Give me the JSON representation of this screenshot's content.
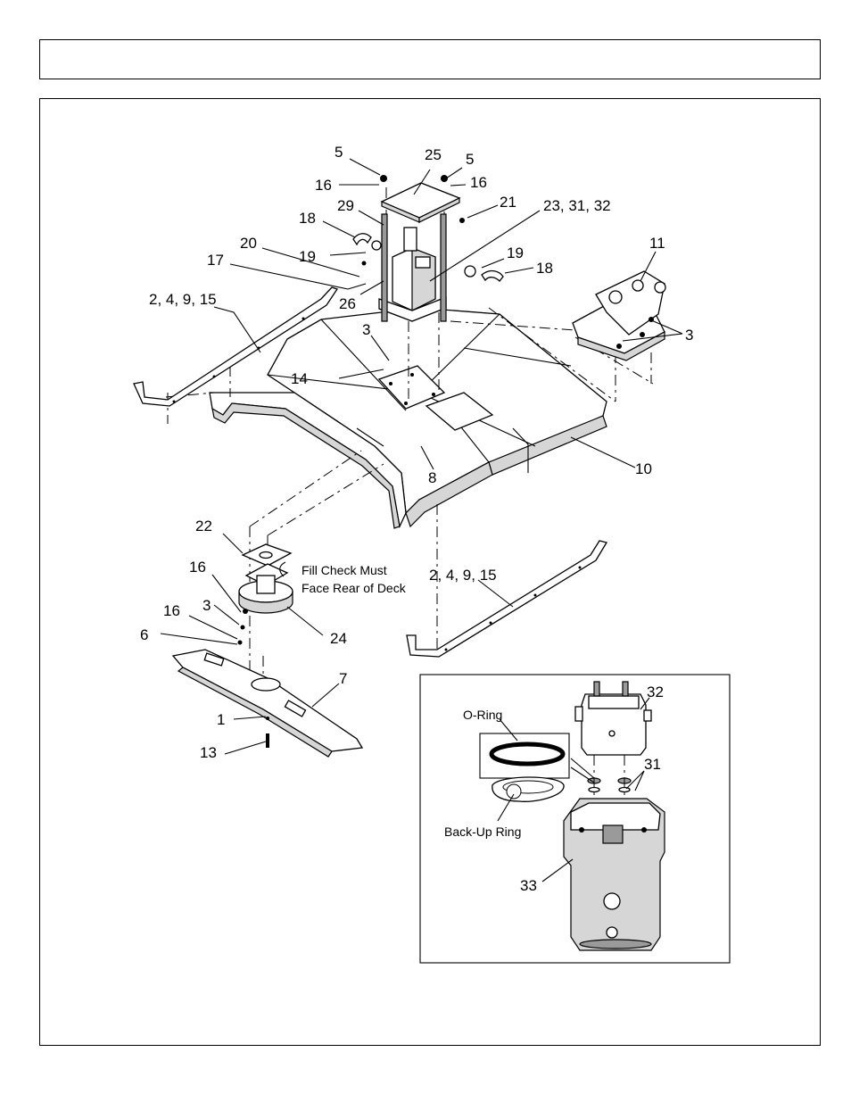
{
  "header": {
    "title": ""
  },
  "diagram": {
    "callouts": [
      {
        "id": "c5a",
        "text": "5"
      },
      {
        "id": "c25",
        "text": "25"
      },
      {
        "id": "c5b",
        "text": "5"
      },
      {
        "id": "c16a",
        "text": "16"
      },
      {
        "id": "c16b",
        "text": "16"
      },
      {
        "id": "c21",
        "text": "21"
      },
      {
        "id": "c23",
        "text": "23, 31, 32"
      },
      {
        "id": "c29",
        "text": "29"
      },
      {
        "id": "c18a",
        "text": "18"
      },
      {
        "id": "c20",
        "text": "20"
      },
      {
        "id": "c19a",
        "text": "19"
      },
      {
        "id": "c17",
        "text": "17"
      },
      {
        "id": "c11",
        "text": "11"
      },
      {
        "id": "c19b",
        "text": "19"
      },
      {
        "id": "c18b",
        "text": "18"
      },
      {
        "id": "c2a",
        "text": "2, 4, 9, 15"
      },
      {
        "id": "c26",
        "text": "26"
      },
      {
        "id": "c3a",
        "text": "3"
      },
      {
        "id": "c3b",
        "text": "3"
      },
      {
        "id": "c14",
        "text": "14"
      },
      {
        "id": "c10",
        "text": "10"
      },
      {
        "id": "c8",
        "text": "8"
      },
      {
        "id": "c22",
        "text": "22"
      },
      {
        "id": "c16c",
        "text": "16"
      },
      {
        "id": "c2b",
        "text": "2, 4, 9, 15"
      },
      {
        "id": "c3c",
        "text": "3"
      },
      {
        "id": "c16d",
        "text": "16"
      },
      {
        "id": "c24",
        "text": "24"
      },
      {
        "id": "c6",
        "text": "6"
      },
      {
        "id": "c7",
        "text": "7"
      },
      {
        "id": "c1",
        "text": "1"
      },
      {
        "id": "c13",
        "text": "13"
      }
    ],
    "note_line1": "Fill Check Must",
    "note_line2": "Face Rear of Deck",
    "inset": {
      "callout_32": "32",
      "callout_31": "31",
      "callout_33": "33",
      "oring_label": "O-Ring",
      "backup_label": "Back-Up Ring"
    }
  }
}
